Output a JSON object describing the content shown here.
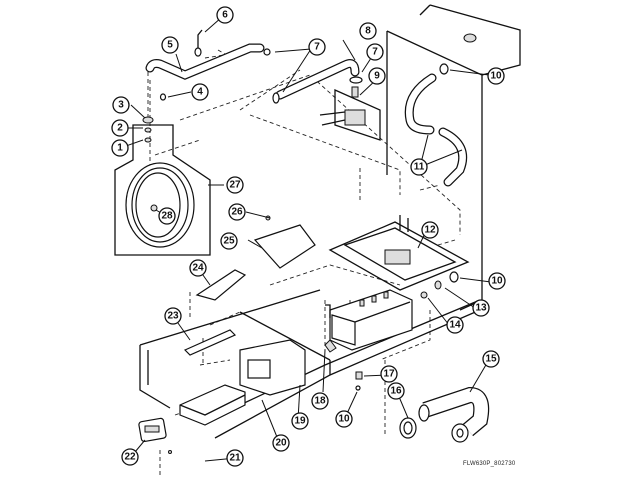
{
  "diagram": {
    "type": "exploded-parts-diagram",
    "drawing_code": "FLW630P_802730",
    "callouts": [
      {
        "id": "1",
        "label": "1"
      },
      {
        "id": "2",
        "label": "2"
      },
      {
        "id": "3",
        "label": "3"
      },
      {
        "id": "4",
        "label": "4"
      },
      {
        "id": "5",
        "label": "5"
      },
      {
        "id": "6",
        "label": "6"
      },
      {
        "id": "7a",
        "label": "7"
      },
      {
        "id": "7b",
        "label": "7"
      },
      {
        "id": "8",
        "label": "8"
      },
      {
        "id": "9",
        "label": "9"
      },
      {
        "id": "10a",
        "label": "10"
      },
      {
        "id": "10b",
        "label": "10"
      },
      {
        "id": "10c",
        "label": "10"
      },
      {
        "id": "11",
        "label": "11"
      },
      {
        "id": "12",
        "label": "12"
      },
      {
        "id": "13",
        "label": "13"
      },
      {
        "id": "14",
        "label": "14"
      },
      {
        "id": "15",
        "label": "15"
      },
      {
        "id": "16",
        "label": "16"
      },
      {
        "id": "17",
        "label": "17"
      },
      {
        "id": "18",
        "label": "18"
      },
      {
        "id": "19",
        "label": "19"
      },
      {
        "id": "20",
        "label": "20"
      },
      {
        "id": "21",
        "label": "21"
      },
      {
        "id": "22",
        "label": "22"
      },
      {
        "id": "23",
        "label": "23"
      },
      {
        "id": "24",
        "label": "24"
      },
      {
        "id": "25",
        "label": "25"
      },
      {
        "id": "26",
        "label": "26"
      },
      {
        "id": "27",
        "label": "27"
      },
      {
        "id": "28",
        "label": "28"
      }
    ]
  }
}
